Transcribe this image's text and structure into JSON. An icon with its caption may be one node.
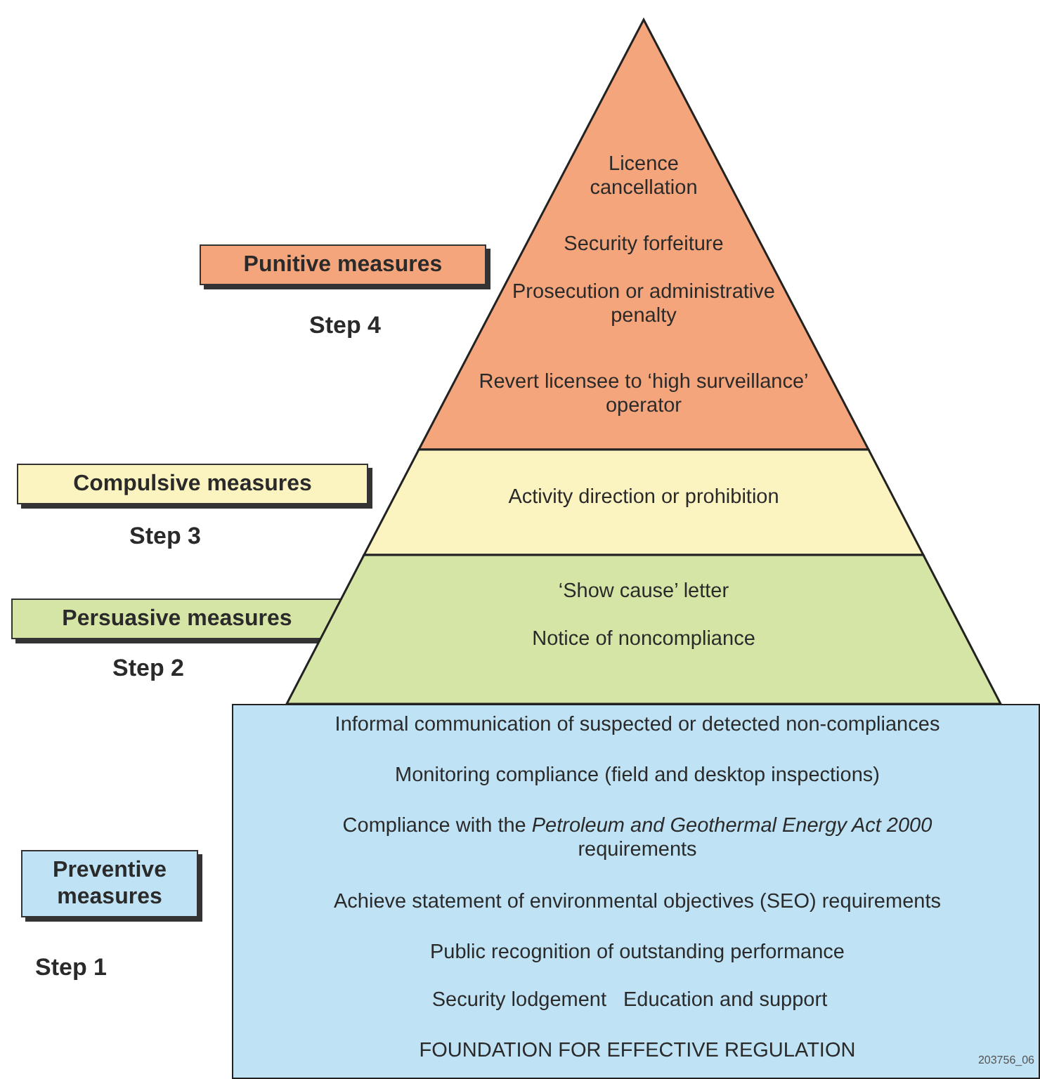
{
  "diagram": {
    "nodes": [
      {
        "text": [
          "Punitive measures"
        ],
        "beside": [
          "Step 4"
        ]
      },
      {
        "text": [
          "Licence cancellation",
          "Security forfeiture",
          "Prosecution or administrative penalty",
          "Revert licensee to ‘high surveillance’ operator"
        ]
      },
      {
        "text": [
          "Compulsive measures"
        ],
        "beside": [
          "Step 3"
        ]
      },
      {
        "text": [
          "Activity direction or prohibition"
        ]
      },
      {
        "text": [
          "Persuasive measures"
        ],
        "beside": [
          "Step 2"
        ]
      },
      {
        "text": [
          "‘Show cause’ letter",
          "Notice of noncompliance"
        ]
      },
      {
        "text": [
          "Preventive measures"
        ],
        "beside": [
          "Step 1"
        ]
      },
      {
        "text": [
          "Informal communication of suspected or detected non-compliances",
          "Monitoring compliance (field and desktop inspections)",
          "Compliance with the *Petroleum and Geothermal Energy Act 2000* requirements",
          "Achieve statement of environmental objectives (SEO) requirements",
          "Public recognition of outstanding performance",
          "Security lodgement",
          "Education and support",
          "FOUNDATION FOR EFFECTIVE REGULATION"
        ]
      }
    ],
    "labels": [
      "203756_06"
    ]
  }
}
